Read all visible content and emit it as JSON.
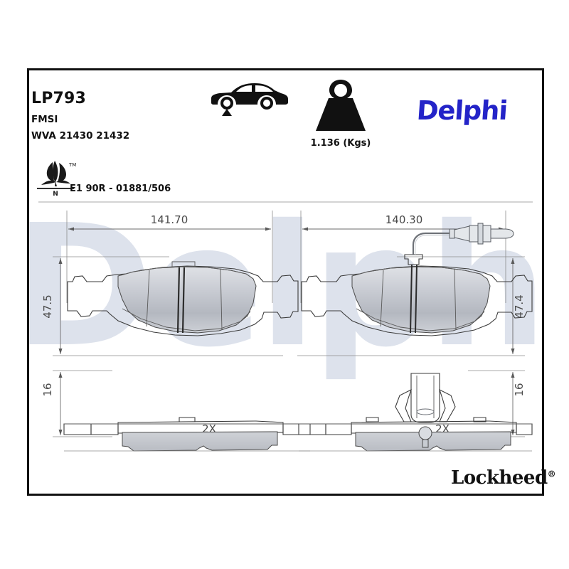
{
  "document": {
    "type": "brake-pad-technical-datasheet",
    "part_number": "LP793",
    "fmsi_label": "FMSI",
    "wva_label": "WVA 21430 21432",
    "homologation": "E1 90R - 01881/506",
    "weight": "1.136 (Kgs)",
    "brand_primary": "Delphi",
    "brand_secondary": "Lockheed",
    "brand_secondary_mark": "®",
    "watermark_text": "Delphi"
  },
  "icons": {
    "car": "car-side-front-axle-icon",
    "weight": "weight-kettlebell-icon",
    "eco": "eco-leaf-icon",
    "eco_tm": "™",
    "eco_letter": "N"
  },
  "colors": {
    "delphi_blue": "#2424c8",
    "watermark": "#dde2ec",
    "frame": "#111111",
    "pad_fill_light": "#e8eaee",
    "pad_fill_mid": "#c9ccd2",
    "pad_fill_dark": "#aeb2b9",
    "dimension_line": "#6b6b6b",
    "outline": "#3b3b3b"
  },
  "dimensions": {
    "left_length": "141.70",
    "right_length": "140.30",
    "left_height": "47.5",
    "right_height": "47.4",
    "left_thickness": "16",
    "right_thickness": "16",
    "left_qty": "2X",
    "right_qty": "2X"
  },
  "views": {
    "left_pad": {
      "name": "pad-without-sensor",
      "quantity": "2X",
      "length": "141.70",
      "height": "47.5",
      "thickness": "16"
    },
    "right_pad": {
      "name": "pad-with-wear-sensor",
      "quantity": "2X",
      "length": "140.30",
      "height": "47.4",
      "thickness": "16",
      "has_wear_sensor": true,
      "has_spring_clip": true
    }
  }
}
